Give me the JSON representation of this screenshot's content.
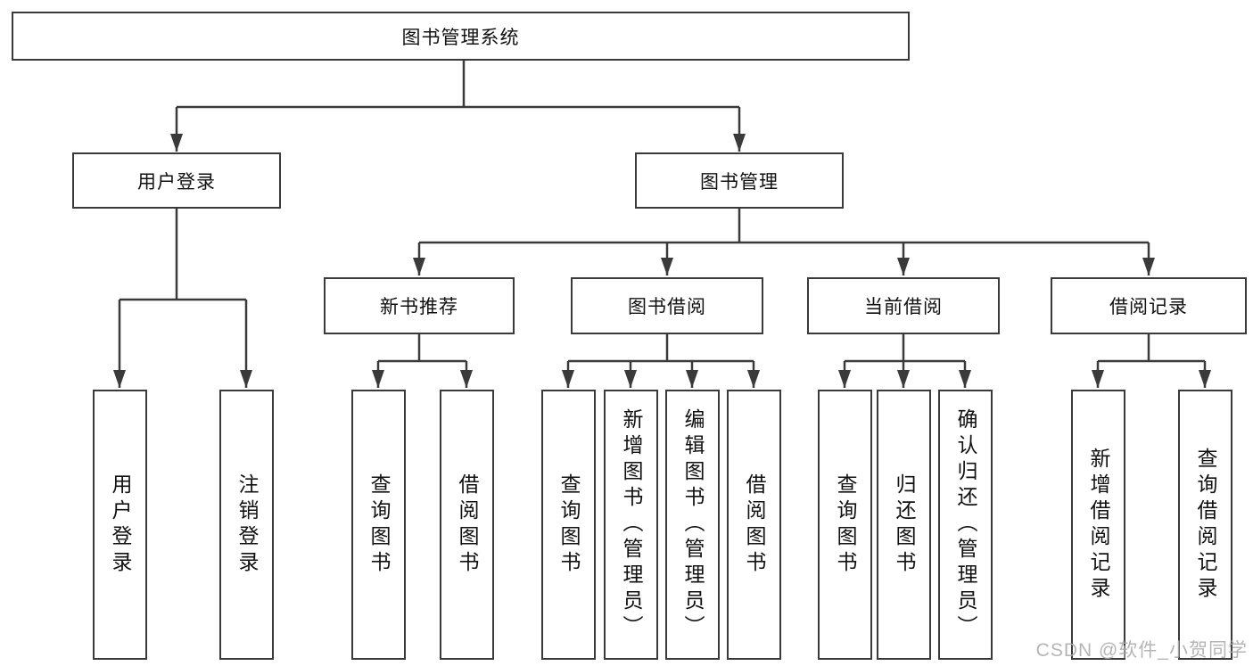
{
  "diagram": {
    "root": {
      "label": "图书管理系统"
    },
    "branches": [
      {
        "label": "用户登录",
        "children": [
          "用户登录",
          "注销登录"
        ]
      },
      {
        "label": "图书管理",
        "groups": [
          {
            "label": "新书推荐",
            "children": [
              "查询图书",
              "借阅图书"
            ]
          },
          {
            "label": "图书借阅",
            "children": [
              "查询图书",
              "新增图书（管理员）",
              "编辑图书（管理员）",
              "借阅图书"
            ]
          },
          {
            "label": "当前借阅",
            "children": [
              "查询图书",
              "归还图书",
              "确认归还（管理员）"
            ]
          },
          {
            "label": "借阅记录",
            "children": [
              "新增借阅记录",
              "查询借阅记录"
            ]
          }
        ]
      }
    ]
  },
  "watermark": {
    "text": "CSDN @软件_小贺同学"
  },
  "colors": {
    "line": "#3a3a3a",
    "text": "#111111",
    "background": "#ffffff",
    "watermark": "#adadad"
  }
}
